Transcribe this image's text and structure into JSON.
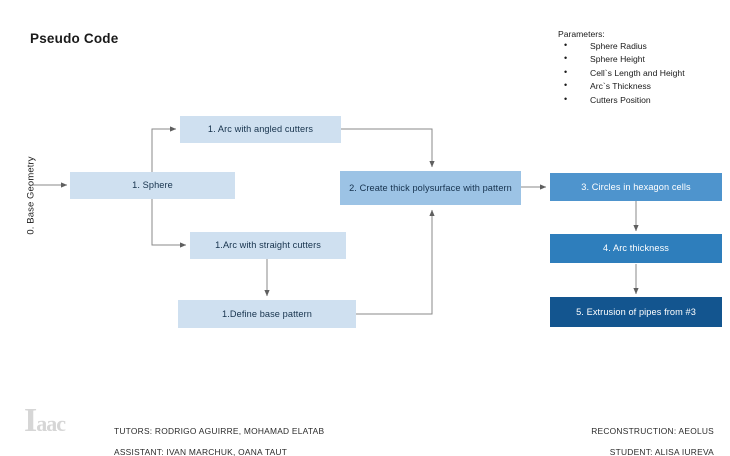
{
  "title": "Pseudo Code",
  "lane": {
    "label": "0. Base Geometry"
  },
  "nodes": {
    "sphere": {
      "label": "1. Sphere"
    },
    "arc_angled": {
      "label": "1. Arc with angled cutters"
    },
    "arc_straight": {
      "label": "1.Arc with straight cutters"
    },
    "base_pattern": {
      "label": "1.Define base pattern"
    },
    "polysurface": {
      "label": "2. Create thick polysurface with pattern"
    },
    "circles_hex": {
      "label": "3. Circles in hexagon cells"
    },
    "arc_thickness": {
      "label": "4. Arc thickness"
    },
    "extrusion": {
      "label": "5. Extrusion of pipes from #3"
    }
  },
  "parameters": {
    "heading": "Parameters:",
    "items": [
      "Sphere Radius",
      "Sphere Height",
      "Cell`s Length and Height",
      "Arc`s Thickness",
      "Cutters Position"
    ]
  },
  "logo": {
    "big": "I",
    "small": "aac"
  },
  "footer": {
    "tutors": "TUTORS: RODRIGO  AGUIRRE, MOHAMAD ELATAB",
    "assistant": "ASSISTANT: IVAN MARCHUK, OANA TAUT",
    "reconstruction": "RECONSTRUCTION:  AEOLUS",
    "student": "STUDENT:  ALISA IUREVA"
  },
  "colors": {
    "node_light": "#cfe0f0",
    "node_mid": "#9cc3e5",
    "node_strong": "#4e94cd",
    "node_deeper": "#2e7ebc",
    "node_darkest": "#13558f",
    "connector": "#7f7f7f",
    "text_dark": "#1a1a1a",
    "logo_gray": "#d6d6d6"
  }
}
